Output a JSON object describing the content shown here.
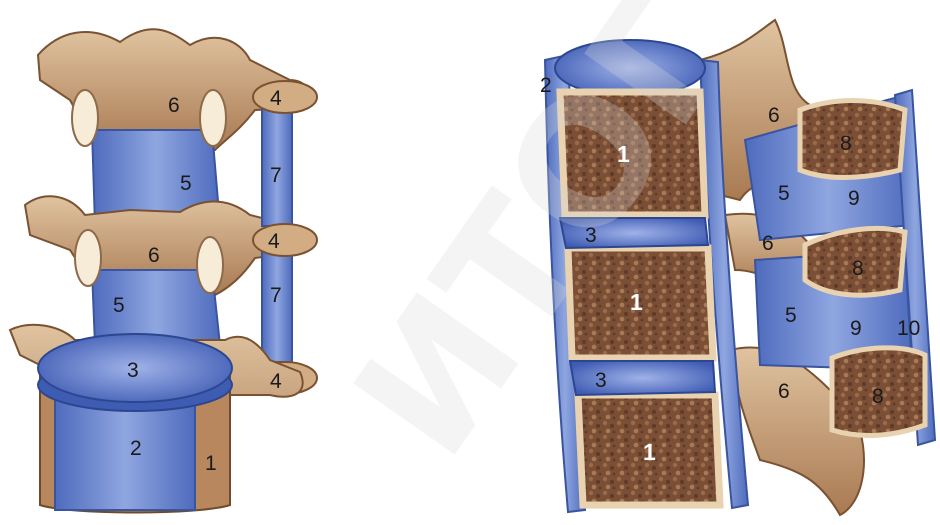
{
  "watermark": "ИТОГ",
  "colors": {
    "bone": "#c59a6e",
    "bone_dark": "#8a5a36",
    "spongy": "#7a4e36",
    "ligament": "#5b79c8",
    "ligament_light": "#a9b9e6",
    "disc": "#5d78c9"
  },
  "figures": [
    {
      "id": "posterior-view",
      "labels": [
        {
          "key": "l_6a",
          "text": "6"
        },
        {
          "key": "l_4a",
          "text": "4"
        },
        {
          "key": "l_5a",
          "text": "5"
        },
        {
          "key": "l_7a",
          "text": "7"
        },
        {
          "key": "l_6b",
          "text": "6"
        },
        {
          "key": "l_4b",
          "text": "4"
        },
        {
          "key": "l_5b",
          "text": "5"
        },
        {
          "key": "l_7b",
          "text": "7"
        },
        {
          "key": "l_3",
          "text": "3"
        },
        {
          "key": "l_4c",
          "text": "4"
        },
        {
          "key": "l_2",
          "text": "2"
        },
        {
          "key": "l_1",
          "text": "1"
        }
      ]
    },
    {
      "id": "sagittal-section",
      "labels": [
        {
          "key": "r_2",
          "text": "2"
        },
        {
          "key": "r_1a",
          "text": "1"
        },
        {
          "key": "r_3a",
          "text": "3"
        },
        {
          "key": "r_1b",
          "text": "1"
        },
        {
          "key": "r_3b",
          "text": "3"
        },
        {
          "key": "r_1c",
          "text": "1"
        },
        {
          "key": "r_6a",
          "text": "6"
        },
        {
          "key": "r_8a",
          "text": "8"
        },
        {
          "key": "r_5a",
          "text": "5"
        },
        {
          "key": "r_9a",
          "text": "9"
        },
        {
          "key": "r_6b",
          "text": "6"
        },
        {
          "key": "r_8b",
          "text": "8"
        },
        {
          "key": "r_5b",
          "text": "5"
        },
        {
          "key": "r_9b",
          "text": "9"
        },
        {
          "key": "r_10",
          "text": "10"
        },
        {
          "key": "r_6c",
          "text": "6"
        },
        {
          "key": "r_8c",
          "text": "8"
        }
      ]
    }
  ]
}
